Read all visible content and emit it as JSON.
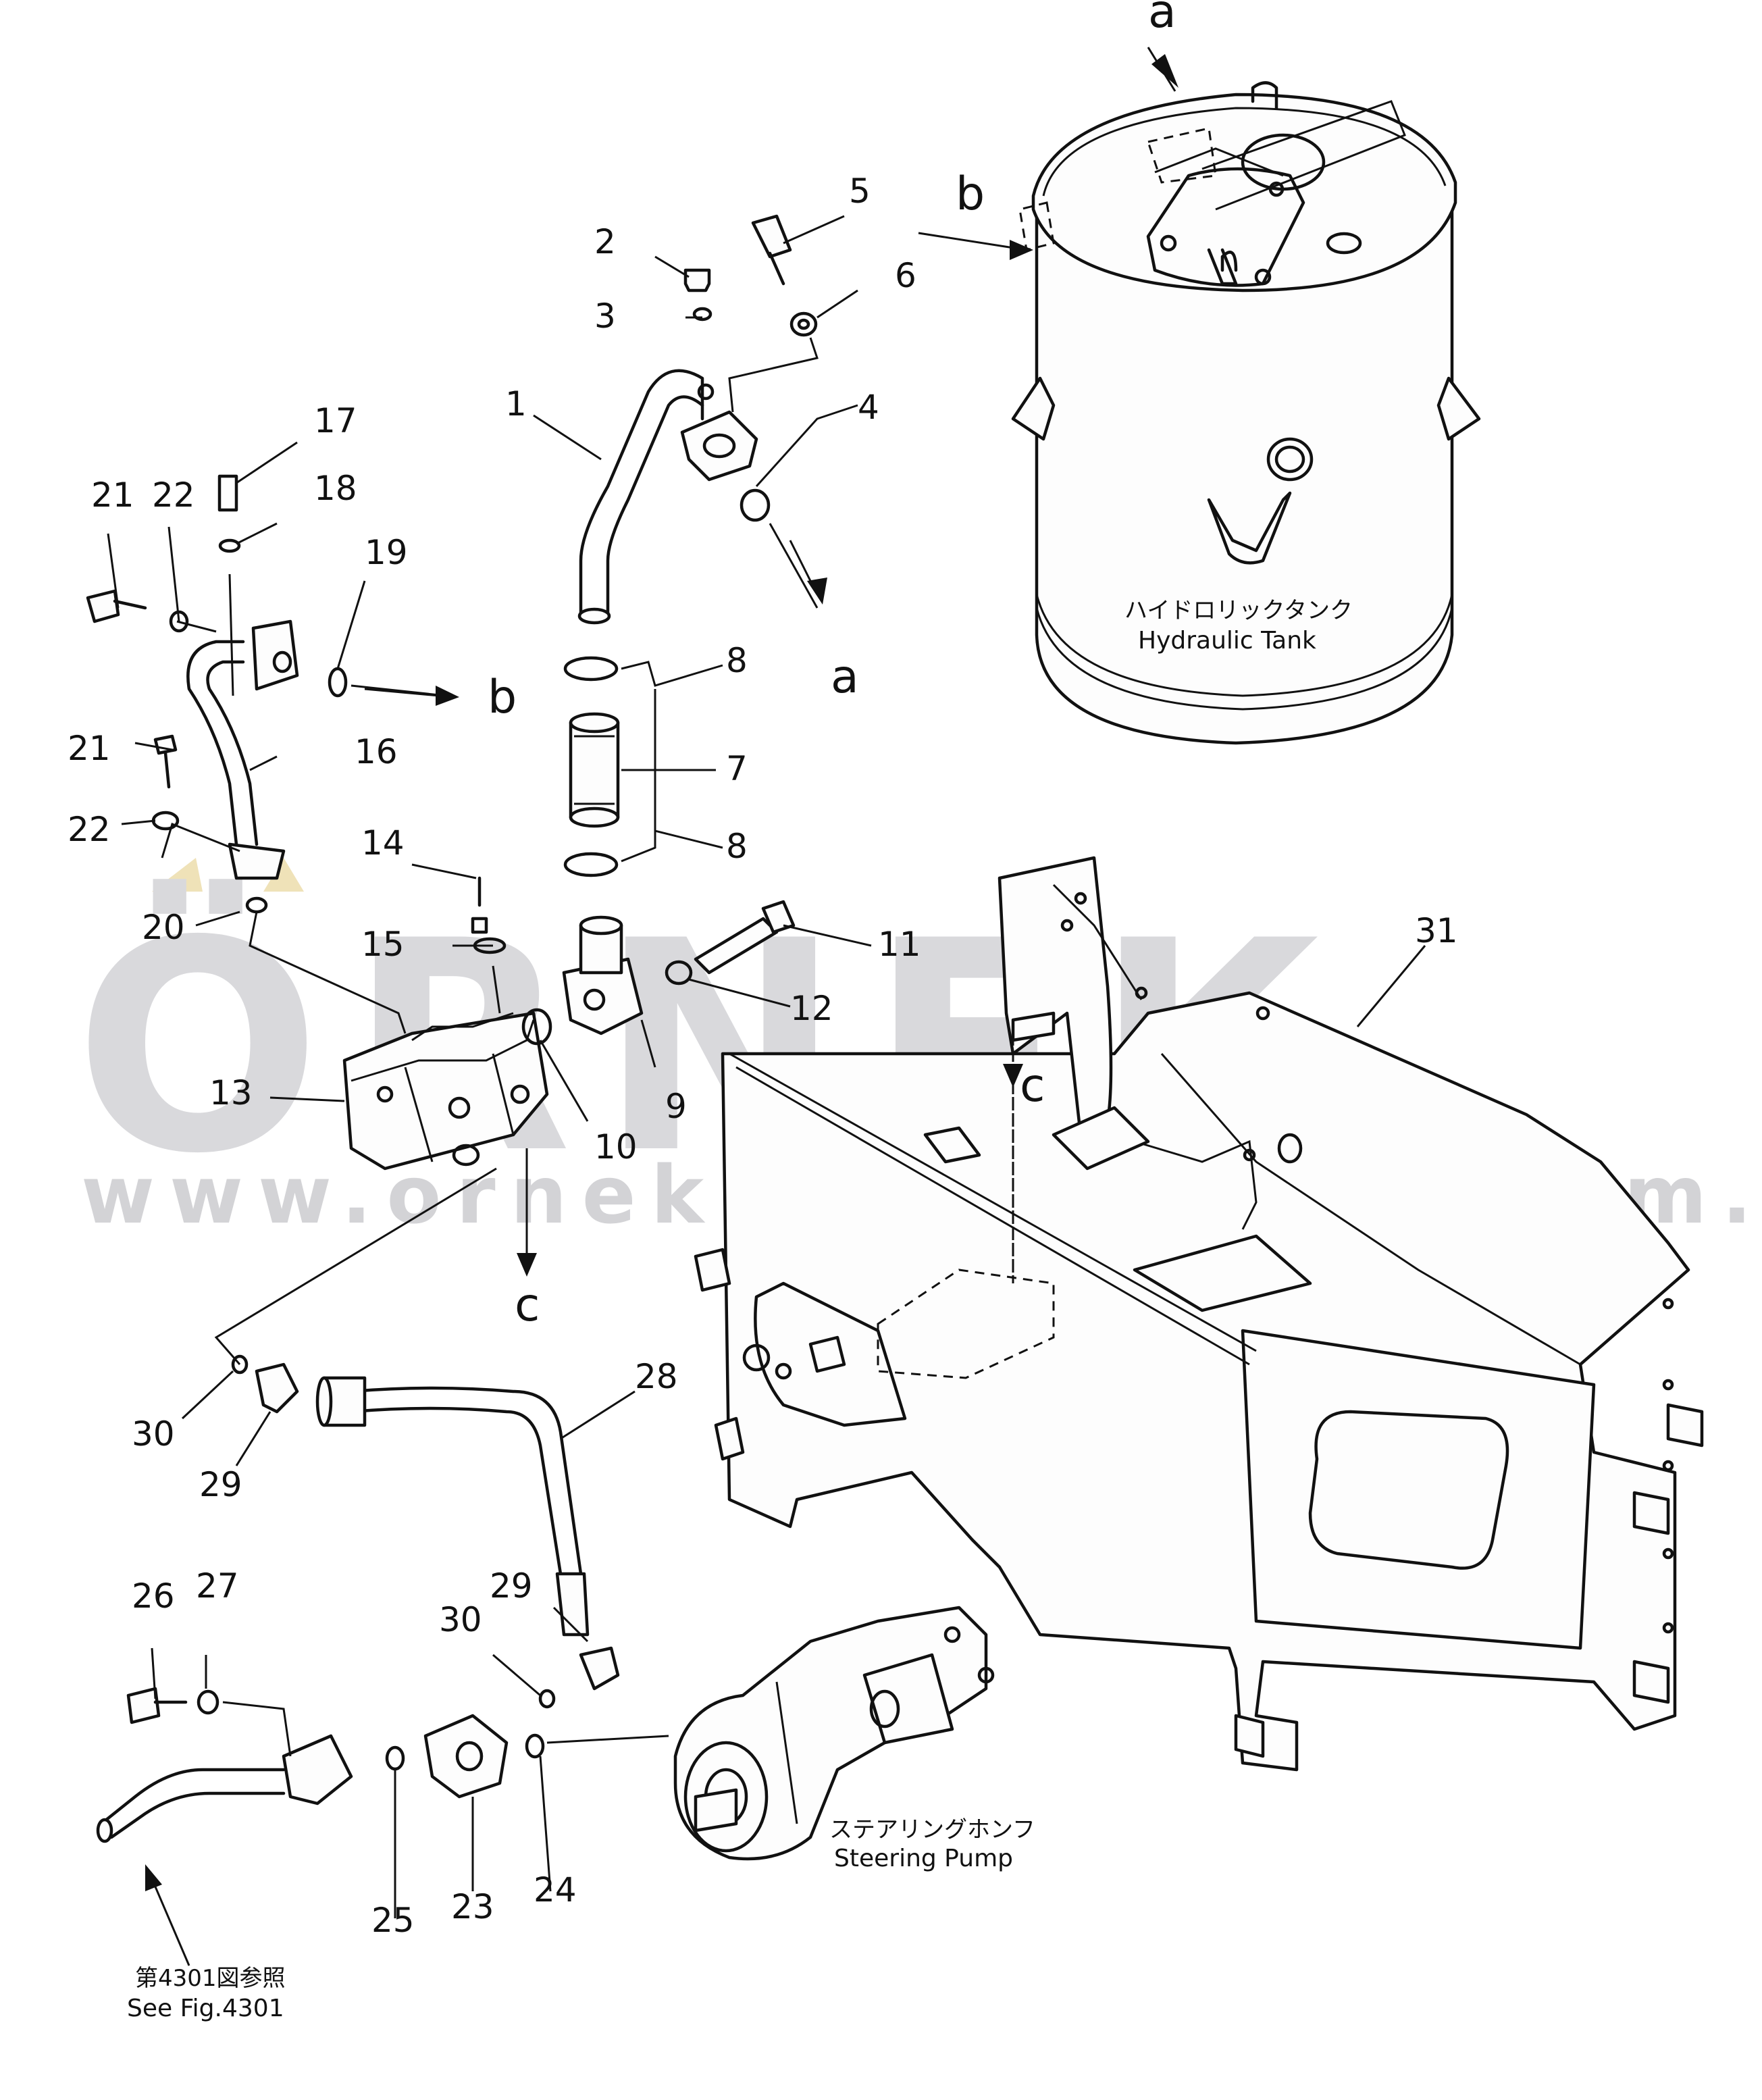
{
  "watermark": {
    "brand": "ÖRNEK",
    "url": "www.ornekismakinalari.com.tr",
    "accent_color": "#f1e6c0"
  },
  "captions": {
    "tank_jp": "ハイドロリックタンク",
    "tank_en": "Hydraulic Tank",
    "pump_jp": "ステアリングホンフ",
    "pump_en": "Steering Pump",
    "see_fig_jp": "第4301図参照",
    "see_fig_en": "See Fig.4301"
  },
  "view_markers": [
    "a",
    "a",
    "b",
    "b",
    "c",
    "c"
  ],
  "part_numbers": [
    "1",
    "2",
    "3",
    "4",
    "5",
    "6",
    "7",
    "8",
    "8",
    "9",
    "10",
    "11",
    "12",
    "13",
    "14",
    "15",
    "16",
    "17",
    "18",
    "19",
    "20",
    "21",
    "21",
    "22",
    "22",
    "23",
    "24",
    "25",
    "26",
    "27",
    "28",
    "29",
    "29",
    "30",
    "30",
    "31"
  ]
}
